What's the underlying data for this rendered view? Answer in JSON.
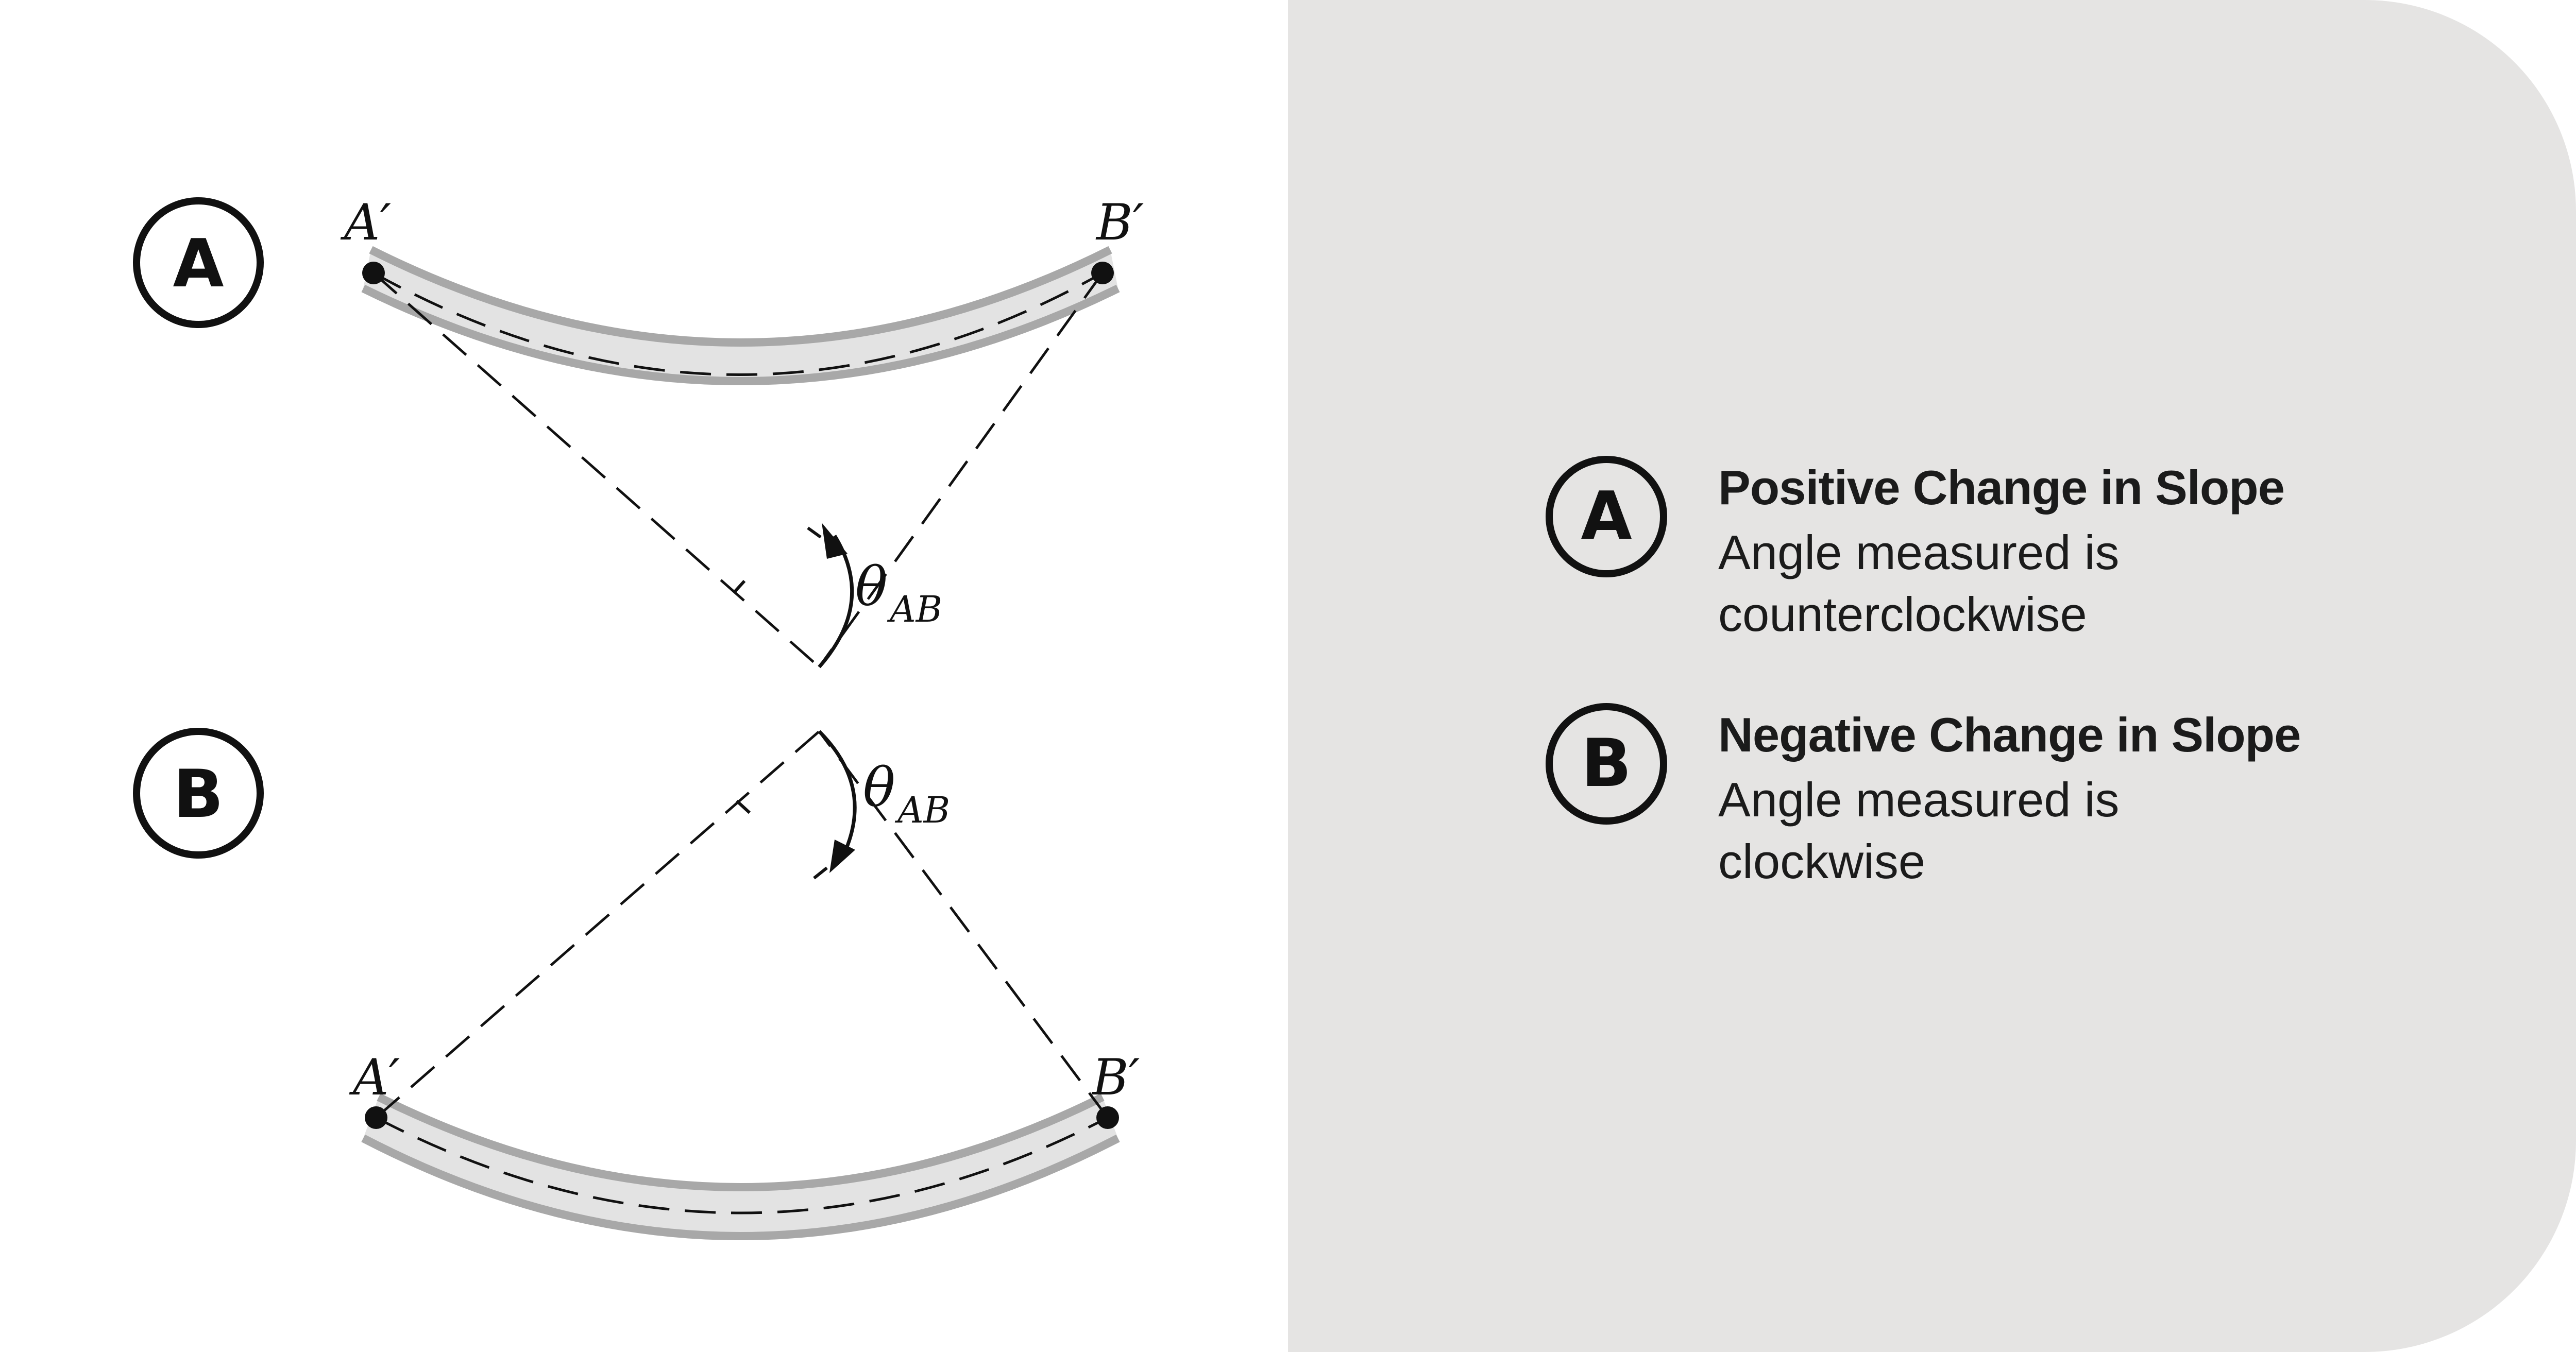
{
  "diagram": {
    "case_a": {
      "marker": "A",
      "left_point": "A′",
      "right_point": "B′",
      "angle_label": "θ",
      "angle_subscript": "AB"
    },
    "case_b": {
      "marker": "B",
      "left_point": "A′",
      "right_point": "B′",
      "angle_label": "θ",
      "angle_subscript": "AB"
    }
  },
  "legend": {
    "items": [
      {
        "marker": "A",
        "title": "Positive Change in Slope",
        "description": "Angle measured is counterclockwise"
      },
      {
        "marker": "B",
        "title": "Negative Change in Slope",
        "description": "Angle measured is clockwise"
      }
    ]
  },
  "colors": {
    "panel_background": "#e5e4e3",
    "beam_fill": "#e3e3e3",
    "beam_edge": "#a8a8a8",
    "ink": "#111111"
  }
}
